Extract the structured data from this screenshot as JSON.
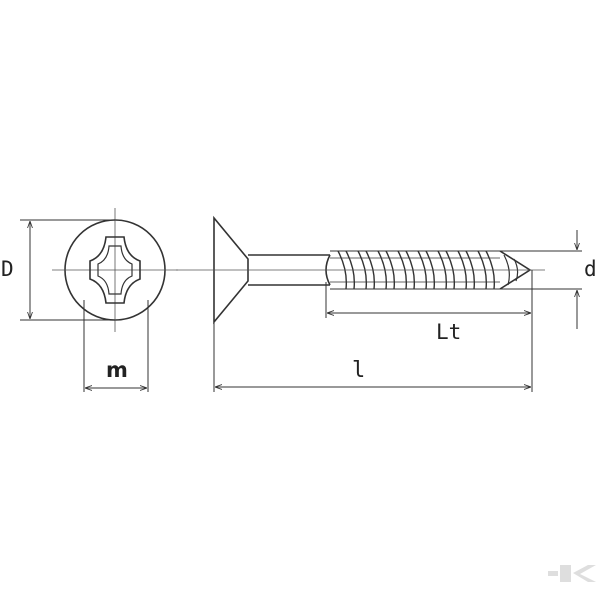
{
  "diagram": {
    "line_color": "#333333",
    "center_line_color": "#555555",
    "watermark_color": "#dedede",
    "watermark": "K"
  },
  "labels": {
    "head_diameter": "D",
    "thread_diameter": "d",
    "recess_size": "m",
    "thread_length": "Lt",
    "total_length": "l"
  }
}
